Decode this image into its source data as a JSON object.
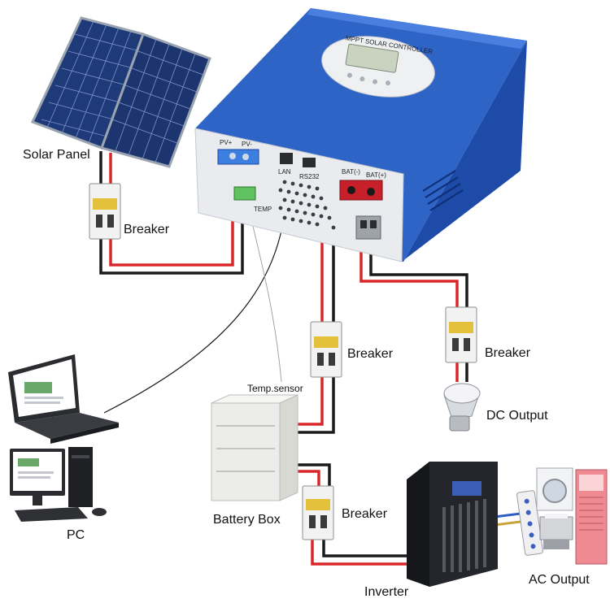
{
  "labels": {
    "solar_panel": "Solar Panel",
    "breaker": "Breaker",
    "dc_output": "DC Output",
    "temp_sensor": "Temp.sensor",
    "battery_box": "Battery Box",
    "pc": "PC",
    "inverter": "Inverter",
    "ac_output": "AC Output"
  },
  "controller": {
    "lcd_title": "MPPT SOLAR CONTROLLER",
    "port_pv_plus": "PV+",
    "port_pv_minus": "PV-",
    "port_lan": "LAN",
    "port_rs232": "RS232",
    "port_bat_minus": "BAT(-)",
    "port_bat_plus": "BAT(+)",
    "port_temp": "TEMP"
  },
  "colors": {
    "controller_blue": "#2f64c7",
    "wire_positive": "#d8262b",
    "wire_negative": "#1a1a1a"
  }
}
